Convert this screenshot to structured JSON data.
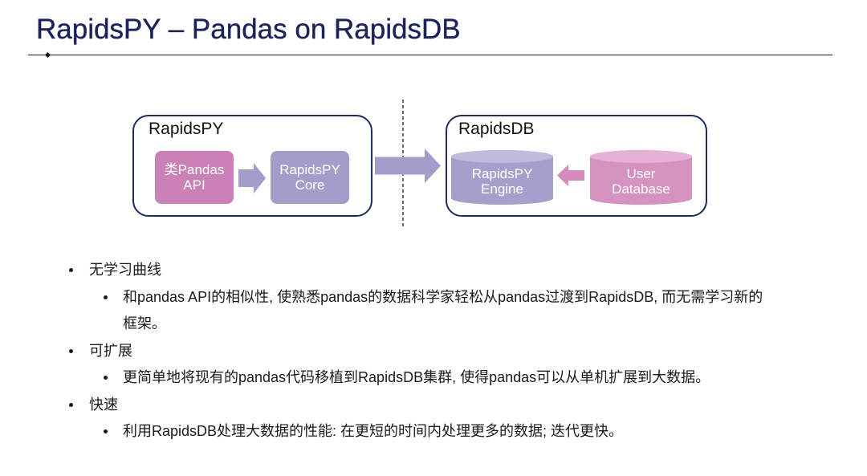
{
  "colors": {
    "title": "#1c2358",
    "rule": "#1a1a1a",
    "group_border": "#1f2b5f",
    "divider": "#2b3667",
    "pink": "#c981b6",
    "pink_arrow": "#d48cbd",
    "pink_cylinder": "#d592c0",
    "pink_cylinder_top": "#e4b2d5",
    "lavender": "#a59dc9",
    "lavender_cylinder": "#a79fcb",
    "lavender_cylinder_top": "#c1badd",
    "text": "#1a1a1a"
  },
  "slide": {
    "title": "RapidsPY – Pandas on RapidsDB"
  },
  "diagram": {
    "rapidspy_group": {
      "label": "RapidsPY",
      "pandas_api_box": [
        "类Pandas",
        "API"
      ],
      "core_box": [
        "RapidsPY",
        "Core"
      ]
    },
    "rapidsdb_group": {
      "label": "RapidsDB",
      "engine_cylinder": [
        "RapidsPY",
        "Engine"
      ],
      "user_database_cylinder": [
        "User",
        "Database"
      ]
    }
  },
  "bullets": [
    {
      "text": "无学习曲线",
      "sub": [
        {
          "lines": [
            "和pandas API的相似性, 使熟悉pandas的数据科学家轻松从pandas过渡到RapidsDB, 而无需学习新的",
            "框架。"
          ]
        }
      ]
    },
    {
      "text": "可扩展",
      "sub": [
        {
          "lines": [
            "更简单地将现有的pandas代码移植到RapidsDB集群, 使得pandas可以从单机扩展到大数据。"
          ]
        }
      ]
    },
    {
      "text": "快速",
      "sub": [
        {
          "lines": [
            "利用RapidsDB处理大数据的性能: 在更短的时间内处理更多的数据; 迭代更快。"
          ]
        }
      ]
    }
  ]
}
